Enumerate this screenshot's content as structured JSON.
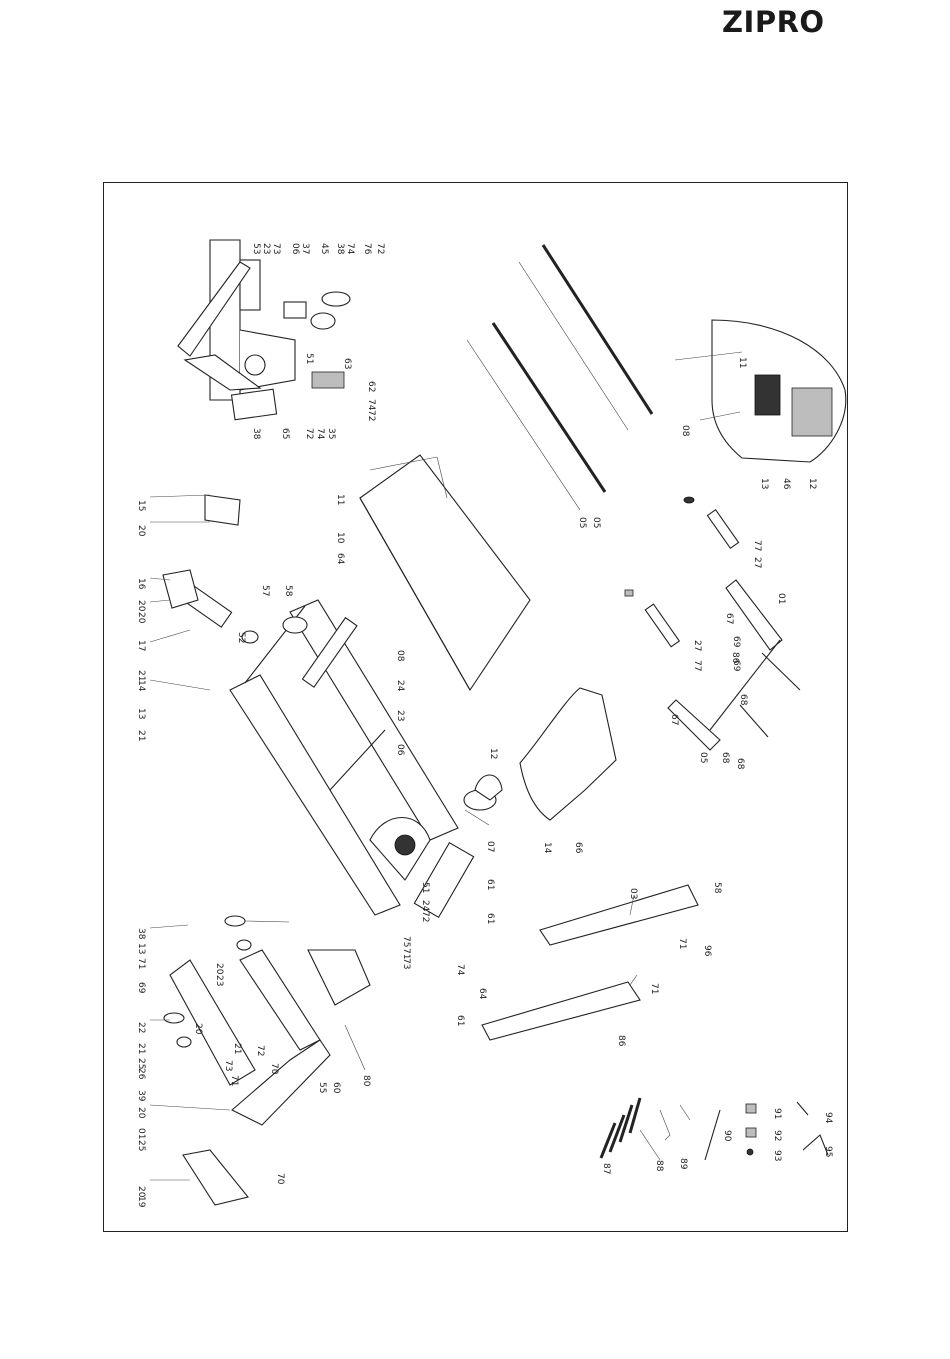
{
  "header": {
    "brand": "ZIPRO"
  },
  "diagram": {
    "groups": {
      "console_top": [
        "53",
        "23",
        "73",
        "06",
        "37",
        "45",
        "38",
        "74",
        "76",
        "72"
      ],
      "motor_parts": [
        "63",
        "62",
        "74",
        "72",
        "35",
        "74",
        "72",
        "65",
        "38",
        "51"
      ],
      "console": [
        "12",
        "13",
        "46",
        "11",
        "08"
      ],
      "deck": [
        "11",
        "10",
        "64",
        "08",
        "24",
        "23",
        "06"
      ],
      "rails": [
        "05",
        "05"
      ],
      "left_side": [
        "15",
        "20",
        "16",
        "20",
        "20",
        "17",
        "21",
        "14",
        "13",
        "21",
        "52",
        "57",
        "58"
      ],
      "handle_frame": [
        "01",
        "67",
        "69",
        "68",
        "69",
        "86",
        "67",
        "05",
        "68",
        "68",
        "27",
        "77",
        "27",
        "77"
      ],
      "side_covers": [
        "14",
        "66",
        "12",
        "07",
        "61",
        "51",
        "24",
        "72",
        "75",
        "71",
        "73",
        "74",
        "61",
        "64",
        "61"
      ],
      "rear_frame": [
        "38",
        "13",
        "71",
        "69",
        "22",
        "21",
        "25",
        "26",
        "39",
        "20",
        "01",
        "25",
        "20",
        "19",
        "20",
        "23",
        "20",
        "21",
        "73",
        "71",
        "72",
        "70",
        "55",
        "60",
        "70",
        "80"
      ],
      "side_rails": [
        "03",
        "58",
        "71",
        "96",
        "71",
        "86",
        "58"
      ],
      "hardware": [
        "87",
        "88",
        "89",
        "90",
        "91",
        "92",
        "93",
        "94",
        "95"
      ]
    }
  }
}
